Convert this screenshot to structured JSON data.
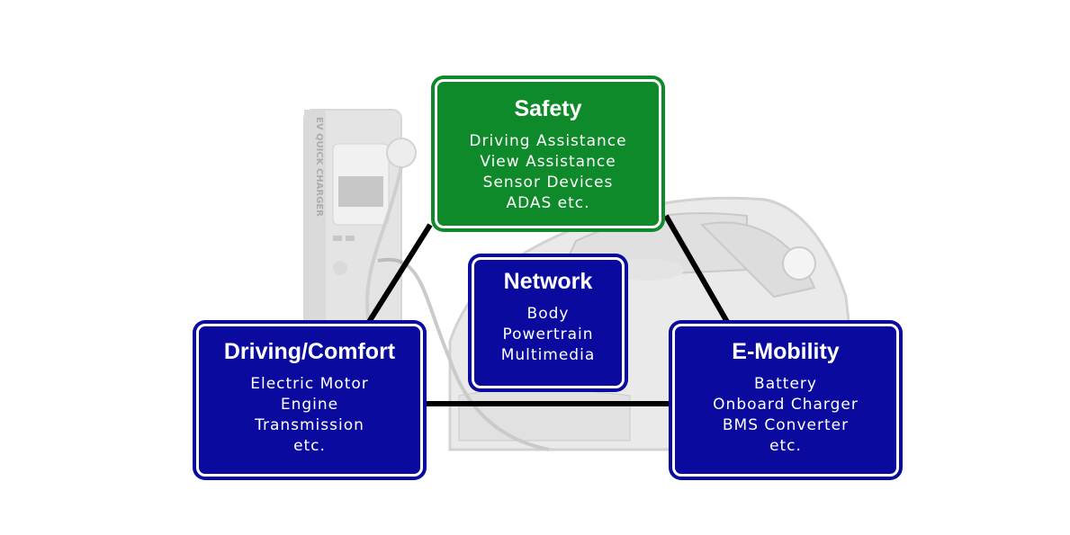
{
  "colors": {
    "blue_box": "#0a0a9e",
    "green_box": "#0f8a2a",
    "connector": "#000000",
    "background_art": "#d9d9d9"
  },
  "background": {
    "charger_label": "EV QUICK CHARGER"
  },
  "boxes": {
    "safety": {
      "title": "Safety",
      "lines": [
        "Driving Assistance",
        "View Assistance",
        "Sensor Devices",
        "ADAS etc."
      ]
    },
    "network": {
      "title": "Network",
      "lines": [
        "Body",
        "Powertrain",
        "Multimedia"
      ]
    },
    "driving": {
      "title": "Driving/Comfort",
      "lines": [
        "Electric Motor",
        "Engine",
        "Transmission",
        "etc."
      ]
    },
    "emobility": {
      "title": "E-Mobility",
      "lines": [
        "Battery",
        "Onboard Charger",
        "BMS Converter",
        "etc."
      ]
    }
  }
}
